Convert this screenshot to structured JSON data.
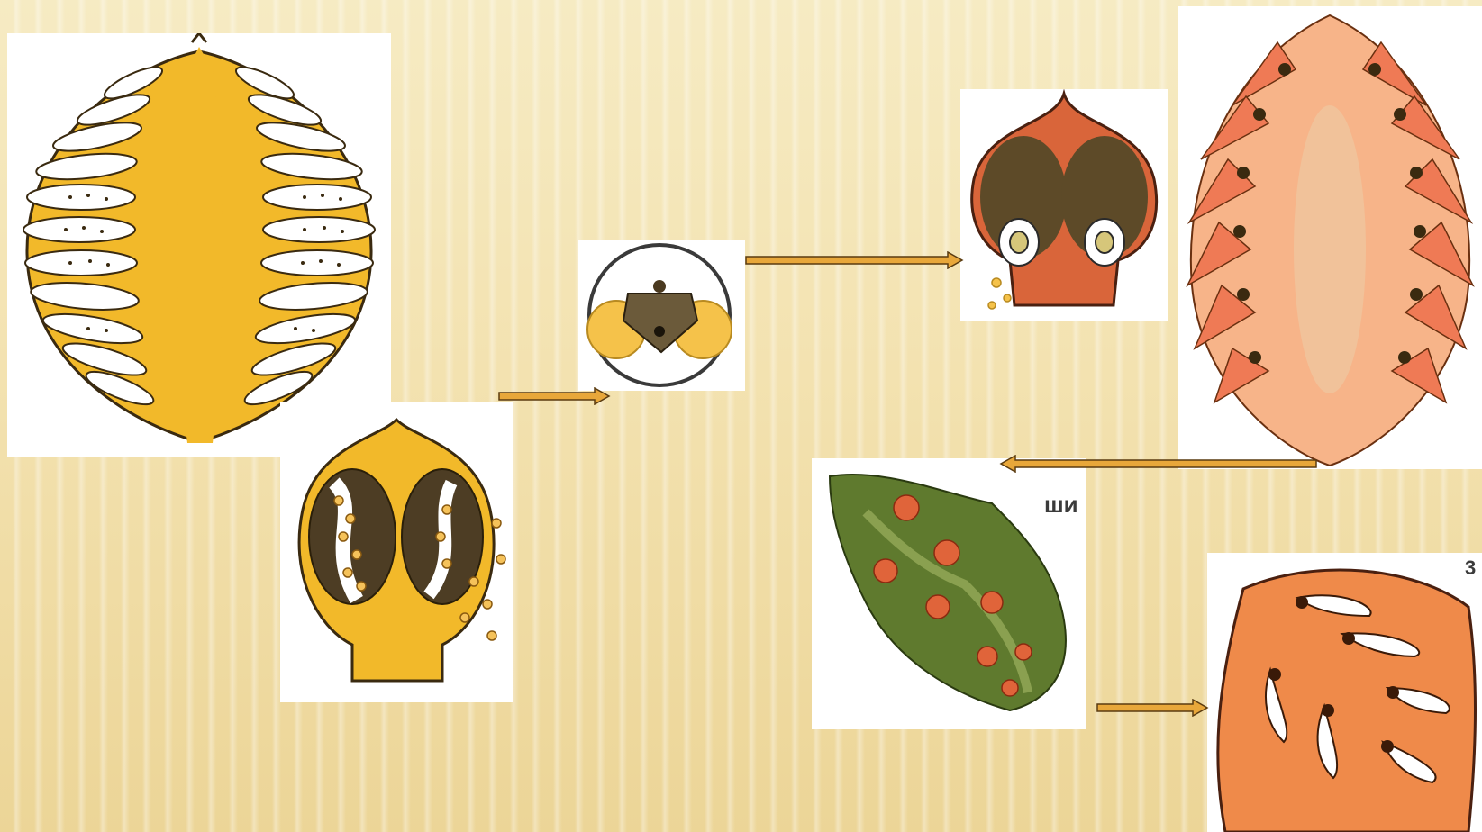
{
  "slide": {
    "panels": [
      {
        "id": "male-cone-section"
      },
      {
        "id": "microsporophyll"
      },
      {
        "id": "pollen-grain"
      },
      {
        "id": "ovuliferous-scale"
      },
      {
        "id": "female-cone-section"
      },
      {
        "id": "mature-cone-branch"
      },
      {
        "id": "seed-cone-fragment"
      }
    ],
    "labels": {
      "panel6_fragment": "ши",
      "panel7_digit": "3"
    },
    "colors": {
      "male": "#f2b92a",
      "male_dark": "#6b5a2a",
      "female": "#ef7a55",
      "female_light": "#f7b489",
      "green": "#5f7a2e",
      "arrow_fill": "#e8a73a",
      "arrow_stroke": "#5a3b10"
    }
  }
}
